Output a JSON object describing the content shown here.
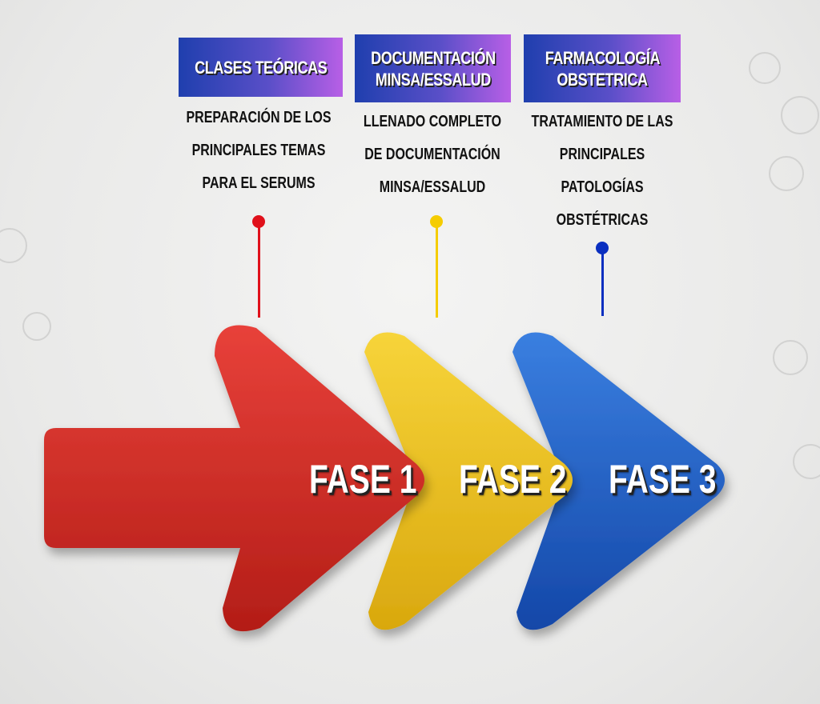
{
  "phases": [
    {
      "title_lines": [
        "CLASES TEÓRICAS"
      ],
      "description_lines": [
        "PREPARACIÓN DE LOS",
        "PRINCIPALES TEMAS",
        "PARA EL SERUMS"
      ],
      "label": "FASE 1",
      "color": "#d42a23"
    },
    {
      "title_lines": [
        "DOCUMENTACIÓN",
        "MINSA/ESSALUD"
      ],
      "description_lines": [
        "LLENADO COMPLETO",
        "DE DOCUMENTACIÓN",
        "MINSA/ESSALUD"
      ],
      "label": "FASE 2",
      "color": "#f0c419"
    },
    {
      "title_lines": [
        "FARMACOLOGÍA",
        "OBSTETRICA"
      ],
      "description_lines": [
        "TRATAMIENTO DE LAS",
        "PRINCIPALES",
        "PATOLOGÍAS",
        "OBSTÉTRICAS"
      ],
      "label": "FASE 3",
      "color": "#1f5fc8"
    }
  ],
  "pin_colors": [
    "#e0101a",
    "#f5cc00",
    "#0a2fc0"
  ]
}
